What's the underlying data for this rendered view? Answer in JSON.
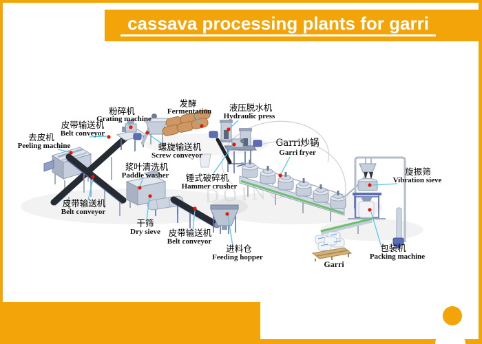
{
  "title": "cassava processing plants for garri",
  "watermark": "DOING",
  "colors": {
    "accent_orange": "#F2A408",
    "leader_line": "#55C6E8",
    "marker_dot": "#E81500",
    "belt_dark": "#262a31",
    "frame_blue": "#5b6eb5",
    "stripe_green": "#6fbf6f",
    "sack_tan": "#cf9764"
  },
  "machines": {
    "peeling": {
      "zh": "去皮机",
      "en": "Peeling machine"
    },
    "belt_conveyor_top": {
      "zh": "皮带输送机",
      "en": "Belt conveyor"
    },
    "grating": {
      "zh": "粉碎机",
      "en": "Grating machine"
    },
    "fermentation": {
      "zh": "发酵",
      "en": "Fermentation"
    },
    "hydraulic_press": {
      "zh": "液压脱水机",
      "en": "Hydraulic press"
    },
    "screw_conveyor": {
      "zh": "螺旋输送机",
      "en": "Screw conveyor"
    },
    "paddle_washer": {
      "zh": "浆叶清洗机",
      "en": "Paddle washer"
    },
    "hammer_crusher": {
      "zh": "锤式破碎机",
      "en": "Hammer crusher"
    },
    "garri_fryer": {
      "zh": "Garri炒锅",
      "en": "Garri fryer"
    },
    "vibration_sieve": {
      "zh": "旋振筛",
      "en": "Vibration sieve"
    },
    "belt_conveyor_left": {
      "zh": "皮带输送机",
      "en": "Belt conveyor"
    },
    "dry_sieve": {
      "zh": "干筛",
      "en": "Dry sieve"
    },
    "belt_conveyor_mid": {
      "zh": "皮带输送机",
      "en": "Belt conveyor"
    },
    "feeding_hopper": {
      "zh": "进料仓",
      "en": "Feeding hopper"
    },
    "packing": {
      "zh": "包装机",
      "en": "Packing machine"
    },
    "garri_product": {
      "en": "Garri"
    }
  }
}
